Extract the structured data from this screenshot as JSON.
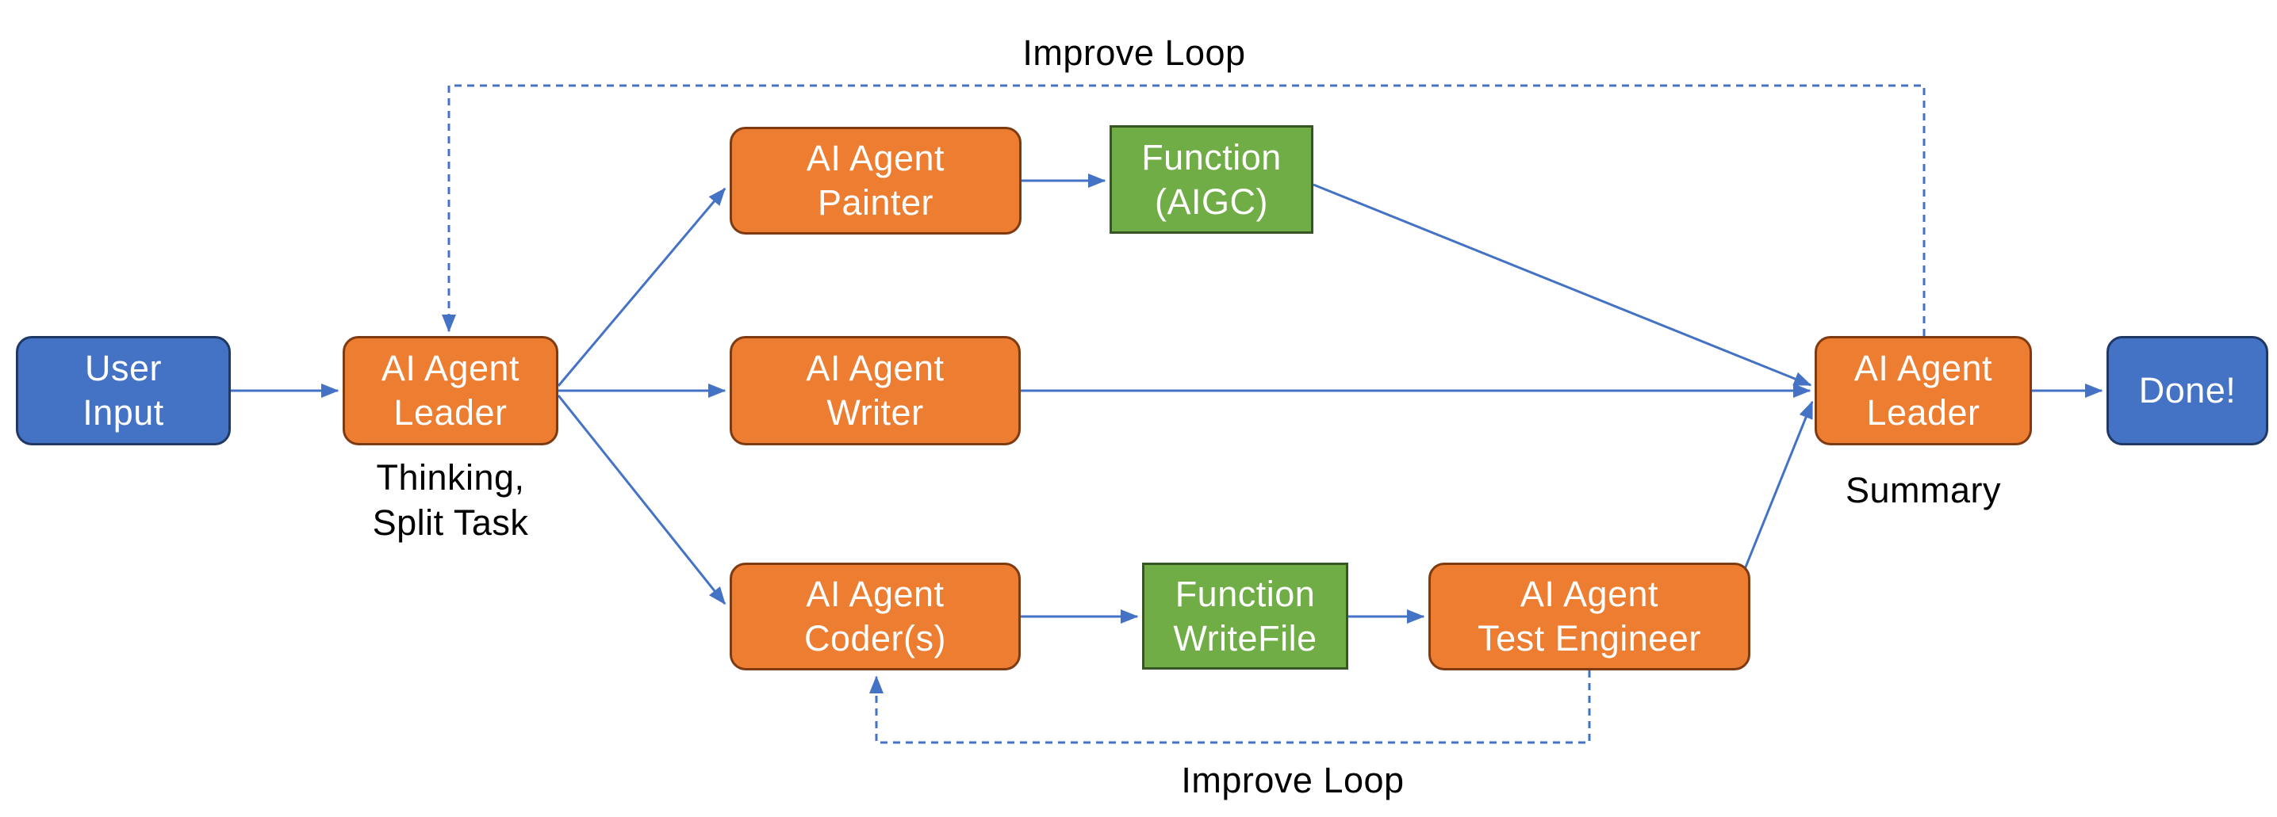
{
  "diagram": {
    "nodes": {
      "user_input": {
        "label": "User\nInput"
      },
      "leader_left": {
        "label": "AI Agent\nLeader",
        "sublabel": "Thinking,\nSplit Task"
      },
      "painter": {
        "label": "AI Agent\nPainter"
      },
      "function_aigc": {
        "label": "Function\n(AIGC)"
      },
      "writer": {
        "label": "AI Agent\nWriter"
      },
      "coder": {
        "label": "AI Agent\nCoder(s)"
      },
      "function_writefile": {
        "label": "Function\nWriteFile"
      },
      "test_engineer": {
        "label": "AI Agent\nTest Engineer"
      },
      "leader_right": {
        "label": "AI Agent\nLeader",
        "sublabel": "Summary"
      },
      "done": {
        "label": "Done!"
      }
    },
    "annotations": {
      "improve_loop_top": "Improve Loop",
      "improve_loop_bottom": "Improve Loop"
    },
    "colors": {
      "box_blue": "#4472C4",
      "box_blue_border": "#1F3864",
      "box_orange": "#ED7D31",
      "box_orange_border": "#7E3A10",
      "box_green": "#70AD47",
      "box_green_border": "#375623",
      "connector": "#4472C4",
      "text_on_box": "#FFFFFF",
      "text_annotation": "#000000"
    }
  }
}
